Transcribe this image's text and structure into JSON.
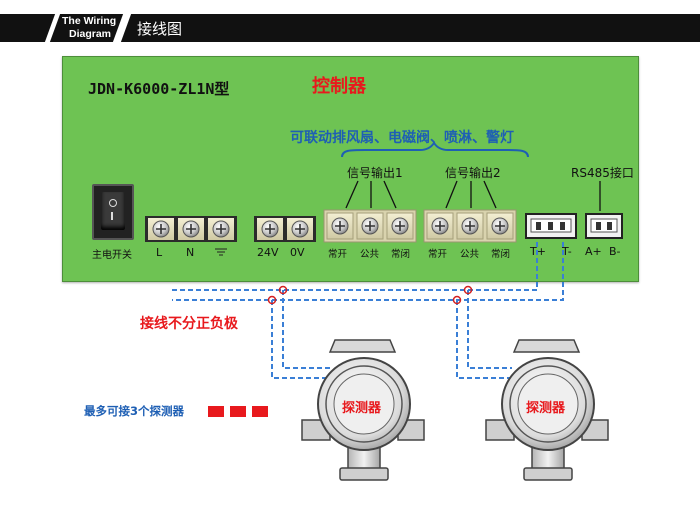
{
  "header": {
    "title_en_line1": "The Wiring",
    "title_en_line2": "Diagram",
    "title_cn": "接线图"
  },
  "controller": {
    "model": "JDN-K6000-ZL1N型",
    "name": "控制器",
    "linkage_note": "可联动排风扇、电磁阀、喷淋、警灯",
    "signal_out_1": "信号输出1",
    "signal_out_2": "信号输出2",
    "rs485_label": "RS485接口",
    "power_switch_label": "主电开关",
    "terminals": {
      "l": "L",
      "n": "N",
      "v24": "24V",
      "v0": "0V",
      "no1": "常开",
      "com1": "公共",
      "nc1": "常闭",
      "no2": "常开",
      "com2": "公共",
      "nc2": "常闭",
      "t_plus": "T+",
      "t_minus": "T-",
      "a_plus": "A+",
      "b_minus": "B-"
    }
  },
  "wiring_note": "接线不分正负极",
  "max_detectors_note": "最多可接3个探测器",
  "detectors": [
    {
      "label": "探测器"
    },
    {
      "label": "探测器"
    }
  ],
  "colors": {
    "header_bar": "#111111",
    "controller_bg": "#6ec353",
    "accent_red": "#e8191d",
    "accent_blue": "#1e5fb4",
    "wire_blue": "#3a7fd6"
  }
}
